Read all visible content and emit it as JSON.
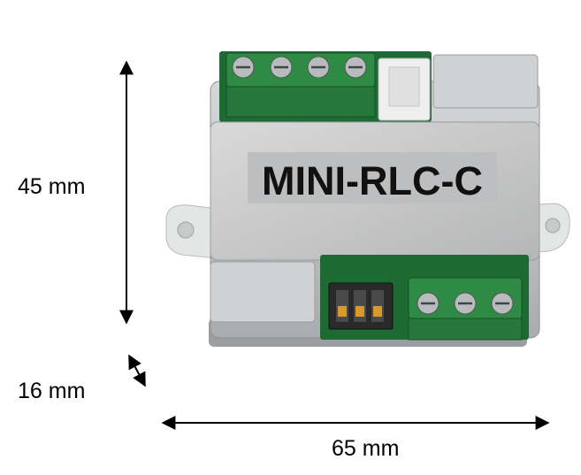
{
  "device": {
    "model_label": "MINI-RLC-C"
  },
  "dimensions": {
    "height": "45 mm",
    "depth": "16 mm",
    "width": "65 mm"
  },
  "colors": {
    "pcb_green": "#1d6a35",
    "terminal_green": "#2f8a45",
    "housing_grey": "#b9bcbe",
    "housing_white": "#e7e8e8",
    "label_panel": "#c9caca",
    "label_text": "#111111"
  }
}
